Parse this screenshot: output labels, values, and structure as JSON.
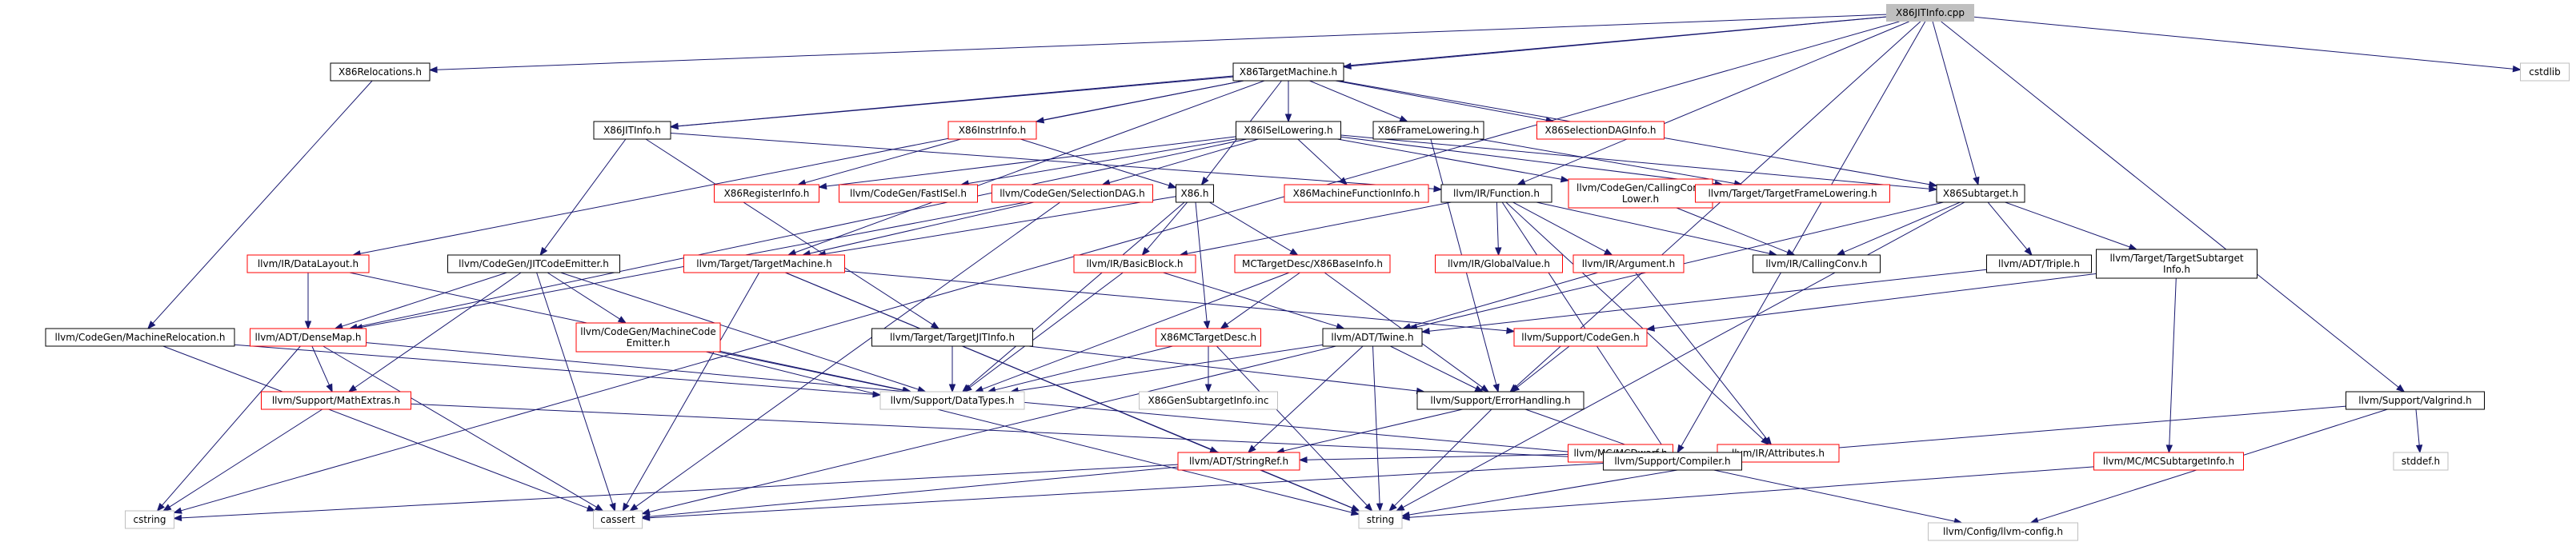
{
  "colors": {
    "edge": "#191970",
    "border_documented": "#000000",
    "border_undocumented": "#ff0000",
    "border_system": "#bfbfbf",
    "root_fill": "#bfbfbf"
  },
  "nodes": [
    {
      "id": "root",
      "lines": [
        "X86JITInfo.cpp"
      ],
      "kind": "root"
    },
    {
      "id": "x86relocations",
      "lines": [
        "X86Relocations.h"
      ],
      "kind": "black"
    },
    {
      "id": "x86targetmachine",
      "lines": [
        "X86TargetMachine.h"
      ],
      "kind": "black"
    },
    {
      "id": "cstdlib",
      "lines": [
        "cstdlib"
      ],
      "kind": "gray"
    },
    {
      "id": "x86jitinfo",
      "lines": [
        "X86JITInfo.h"
      ],
      "kind": "black"
    },
    {
      "id": "x86instrinfo",
      "lines": [
        "X86InstrInfo.h"
      ],
      "kind": "red"
    },
    {
      "id": "x86isellowering",
      "lines": [
        "X86ISelLowering.h"
      ],
      "kind": "black"
    },
    {
      "id": "x86framelowering",
      "lines": [
        "X86FrameLowering.h"
      ],
      "kind": "black"
    },
    {
      "id": "x86selectiondaginfo",
      "lines": [
        "X86SelectionDAGInfo.h"
      ],
      "kind": "red"
    },
    {
      "id": "x86registerinfo",
      "lines": [
        "X86RegisterInfo.h"
      ],
      "kind": "red"
    },
    {
      "id": "fastisel",
      "lines": [
        "llvm/CodeGen/FastISel.h"
      ],
      "kind": "red"
    },
    {
      "id": "x86h",
      "lines": [
        "X86.h"
      ],
      "kind": "black"
    },
    {
      "id": "selectiondag",
      "lines": [
        "llvm/CodeGen/SelectionDAG.h"
      ],
      "kind": "red"
    },
    {
      "id": "machinefunctioninfo",
      "lines": [
        "X86MachineFunctionInfo.h"
      ],
      "kind": "red"
    },
    {
      "id": "function",
      "lines": [
        "llvm/IR/Function.h"
      ],
      "kind": "black"
    },
    {
      "id": "callingconvlower",
      "lines": [
        "llvm/CodeGen/CallingConv",
        "Lower.h"
      ],
      "kind": "red"
    },
    {
      "id": "targetframelowering",
      "lines": [
        "llvm/Target/TargetFrameLowering.h"
      ],
      "kind": "red"
    },
    {
      "id": "x86subtarget",
      "lines": [
        "X86Subtarget.h"
      ],
      "kind": "black"
    },
    {
      "id": "datalayout",
      "lines": [
        "llvm/IR/DataLayout.h"
      ],
      "kind": "red"
    },
    {
      "id": "jitcodeemitter",
      "lines": [
        "llvm/CodeGen/JITCodeEmitter.h"
      ],
      "kind": "black"
    },
    {
      "id": "targetmachine",
      "lines": [
        "llvm/Target/TargetMachine.h"
      ],
      "kind": "red"
    },
    {
      "id": "basicblock",
      "lines": [
        "llvm/IR/BasicBlock.h"
      ],
      "kind": "red"
    },
    {
      "id": "x86baseinfo",
      "lines": [
        "MCTargetDesc/X86BaseInfo.h"
      ],
      "kind": "red"
    },
    {
      "id": "globalvalue",
      "lines": [
        "llvm/IR/GlobalValue.h"
      ],
      "kind": "red"
    },
    {
      "id": "argument",
      "lines": [
        "llvm/IR/Argument.h"
      ],
      "kind": "red"
    },
    {
      "id": "callingconv",
      "lines": [
        "llvm/IR/CallingConv.h"
      ],
      "kind": "black"
    },
    {
      "id": "triple",
      "lines": [
        "llvm/ADT/Triple.h"
      ],
      "kind": "black"
    },
    {
      "id": "targetsubtargetinfo",
      "lines": [
        "llvm/Target/TargetSubtarget",
        "Info.h"
      ],
      "kind": "black"
    },
    {
      "id": "densemap",
      "lines": [
        "llvm/ADT/DenseMap.h"
      ],
      "kind": "red"
    },
    {
      "id": "machinecodeemitter",
      "lines": [
        "llvm/CodeGen/MachineCode",
        "Emitter.h"
      ],
      "kind": "red"
    },
    {
      "id": "targetjitinfo",
      "lines": [
        "llvm/Target/TargetJITInfo.h"
      ],
      "kind": "black"
    },
    {
      "id": "x86mctargetdesc",
      "lines": [
        "X86MCTargetDesc.h"
      ],
      "kind": "red"
    },
    {
      "id": "twine",
      "lines": [
        "llvm/ADT/Twine.h"
      ],
      "kind": "black"
    },
    {
      "id": "support_codegen",
      "lines": [
        "llvm/Support/CodeGen.h"
      ],
      "kind": "red"
    },
    {
      "id": "machinerelocation",
      "lines": [
        "llvm/CodeGen/MachineRelocation.h"
      ],
      "kind": "black"
    },
    {
      "id": "mathextras",
      "lines": [
        "llvm/Support/MathExtras.h"
      ],
      "kind": "red"
    },
    {
      "id": "datatypes",
      "lines": [
        "llvm/Support/DataTypes.h"
      ],
      "kind": "gray"
    },
    {
      "id": "x86gensubtargetinfo",
      "lines": [
        "X86GenSubtargetInfo.inc"
      ],
      "kind": "gray"
    },
    {
      "id": "errorhandling",
      "lines": [
        "llvm/Support/ErrorHandling.h"
      ],
      "kind": "black"
    },
    {
      "id": "mcdwarf",
      "lines": [
        "llvm/MC/MCDwarf.h"
      ],
      "kind": "red"
    },
    {
      "id": "attributes",
      "lines": [
        "llvm/IR/Attributes.h"
      ],
      "kind": "red"
    },
    {
      "id": "valgrind",
      "lines": [
        "llvm/Support/Valgrind.h"
      ],
      "kind": "black"
    },
    {
      "id": "stringref",
      "lines": [
        "llvm/ADT/StringRef.h"
      ],
      "kind": "red"
    },
    {
      "id": "compiler",
      "lines": [
        "llvm/Support/Compiler.h"
      ],
      "kind": "black"
    },
    {
      "id": "mcsubtargetinfo",
      "lines": [
        "llvm/MC/MCSubtargetInfo.h"
      ],
      "kind": "red"
    },
    {
      "id": "stddef",
      "lines": [
        "stddef.h"
      ],
      "kind": "gray"
    },
    {
      "id": "cstring",
      "lines": [
        "cstring"
      ],
      "kind": "gray"
    },
    {
      "id": "cassert",
      "lines": [
        "cassert"
      ],
      "kind": "gray"
    },
    {
      "id": "string",
      "lines": [
        "string"
      ],
      "kind": "gray"
    },
    {
      "id": "llvmconfig",
      "lines": [
        "llvm/Config/llvm-config.h"
      ],
      "kind": "gray"
    }
  ],
  "edges": [
    [
      "root",
      "x86relocations"
    ],
    [
      "root",
      "x86targetmachine"
    ],
    [
      "root",
      "cstdlib"
    ],
    [
      "root",
      "x86jitinfo"
    ],
    [
      "root",
      "function"
    ],
    [
      "root",
      "x86subtarget"
    ],
    [
      "root",
      "valgrind"
    ],
    [
      "root",
      "compiler"
    ],
    [
      "root",
      "errorhandling"
    ],
    [
      "root",
      "cstring"
    ],
    [
      "x86relocations",
      "machinerelocation"
    ],
    [
      "x86targetmachine",
      "x86jitinfo"
    ],
    [
      "x86targetmachine",
      "x86instrinfo"
    ],
    [
      "x86targetmachine",
      "x86isellowering"
    ],
    [
      "x86targetmachine",
      "x86framelowering"
    ],
    [
      "x86targetmachine",
      "x86selectiondaginfo"
    ],
    [
      "x86targetmachine",
      "x86subtarget"
    ],
    [
      "x86targetmachine",
      "x86h"
    ],
    [
      "x86targetmachine",
      "datalayout"
    ],
    [
      "x86targetmachine",
      "targetmachine"
    ],
    [
      "x86jitinfo",
      "function"
    ],
    [
      "x86jitinfo",
      "jitcodeemitter"
    ],
    [
      "x86jitinfo",
      "targetjitinfo"
    ],
    [
      "x86instrinfo",
      "x86registerinfo"
    ],
    [
      "x86instrinfo",
      "x86h"
    ],
    [
      "x86isellowering",
      "x86subtarget"
    ],
    [
      "x86isellowering",
      "x86registerinfo"
    ],
    [
      "x86isellowering",
      "fastisel"
    ],
    [
      "x86isellowering",
      "selectiondag"
    ],
    [
      "x86isellowering",
      "machinefunctioninfo"
    ],
    [
      "x86isellowering",
      "callingconvlower"
    ],
    [
      "x86isellowering",
      "targetframelowering"
    ],
    [
      "x86isellowering",
      "densemap"
    ],
    [
      "x86framelowering",
      "targetframelowering"
    ],
    [
      "x86framelowering",
      "errorhandling"
    ],
    [
      "x86h",
      "targetmachine"
    ],
    [
      "x86h",
      "x86baseinfo"
    ],
    [
      "x86h",
      "x86mctargetdesc"
    ],
    [
      "x86h",
      "datatypes"
    ],
    [
      "x86h",
      "basicblock"
    ],
    [
      "selectiondag",
      "densemap"
    ],
    [
      "selectiondag",
      "targetmachine"
    ],
    [
      "selectiondag",
      "cassert"
    ],
    [
      "function",
      "basicblock"
    ],
    [
      "function",
      "globalvalue"
    ],
    [
      "function",
      "argument"
    ],
    [
      "function",
      "callingconv"
    ],
    [
      "function",
      "attributes"
    ],
    [
      "function",
      "compiler"
    ],
    [
      "callingconvlower",
      "callingconv"
    ],
    [
      "x86subtarget",
      "callingconv"
    ],
    [
      "x86subtarget",
      "triple"
    ],
    [
      "x86subtarget",
      "targetsubtargetinfo"
    ],
    [
      "x86subtarget",
      "twine"
    ],
    [
      "x86subtarget",
      "string"
    ],
    [
      "datalayout",
      "densemap"
    ],
    [
      "datalayout",
      "datatypes"
    ],
    [
      "jitcodeemitter",
      "densemap"
    ],
    [
      "jitcodeemitter",
      "machinecodeemitter"
    ],
    [
      "jitcodeemitter",
      "mathextras"
    ],
    [
      "jitcodeemitter",
      "datatypes"
    ],
    [
      "jitcodeemitter",
      "cassert"
    ],
    [
      "targetmachine",
      "support_codegen"
    ],
    [
      "targetmachine",
      "stringref"
    ],
    [
      "targetmachine",
      "cassert"
    ],
    [
      "targetmachine",
      "string"
    ],
    [
      "basicblock",
      "twine"
    ],
    [
      "basicblock",
      "datatypes"
    ],
    [
      "x86baseinfo",
      "x86mctargetdesc"
    ],
    [
      "x86baseinfo",
      "errorhandling"
    ],
    [
      "x86baseinfo",
      "datatypes"
    ],
    [
      "argument",
      "twine"
    ],
    [
      "argument",
      "attributes"
    ],
    [
      "triple",
      "twine"
    ],
    [
      "targetsubtargetinfo",
      "support_codegen"
    ],
    [
      "targetsubtargetinfo",
      "mcsubtargetinfo"
    ],
    [
      "densemap",
      "mathextras"
    ],
    [
      "densemap",
      "cstring"
    ],
    [
      "densemap",
      "cassert"
    ],
    [
      "densemap",
      "compiler"
    ],
    [
      "machinecodeemitter",
      "datatypes"
    ],
    [
      "machinecodeemitter",
      "string"
    ],
    [
      "targetjitinfo",
      "errorhandling"
    ],
    [
      "targetjitinfo",
      "datatypes"
    ],
    [
      "x86mctargetdesc",
      "datatypes"
    ],
    [
      "x86mctargetdesc",
      "x86gensubtargetinfo"
    ],
    [
      "x86mctargetdesc",
      "string"
    ],
    [
      "twine",
      "datatypes"
    ],
    [
      "twine",
      "errorhandling"
    ],
    [
      "twine",
      "stringref"
    ],
    [
      "twine",
      "string"
    ],
    [
      "twine",
      "cassert"
    ],
    [
      "support_codegen",
      "errorhandling"
    ],
    [
      "machinerelocation",
      "datatypes"
    ],
    [
      "machinerelocation",
      "cassert"
    ],
    [
      "mathextras",
      "compiler"
    ],
    [
      "mathextras",
      "cstring"
    ],
    [
      "errorhandling",
      "compiler"
    ],
    [
      "errorhandling",
      "stringref"
    ],
    [
      "errorhandling",
      "string"
    ],
    [
      "mcdwarf",
      "stringref"
    ],
    [
      "mcdwarf",
      "compiler"
    ],
    [
      "attributes",
      "compiler"
    ],
    [
      "attributes",
      "string"
    ],
    [
      "attributes",
      "cassert"
    ],
    [
      "valgrind",
      "compiler"
    ],
    [
      "valgrind",
      "stddef"
    ],
    [
      "valgrind",
      "llvmconfig"
    ],
    [
      "stringref",
      "cstring"
    ],
    [
      "stringref",
      "cassert"
    ],
    [
      "stringref",
      "string"
    ],
    [
      "compiler",
      "llvmconfig"
    ],
    [
      "mcsubtargetinfo",
      "string"
    ]
  ]
}
